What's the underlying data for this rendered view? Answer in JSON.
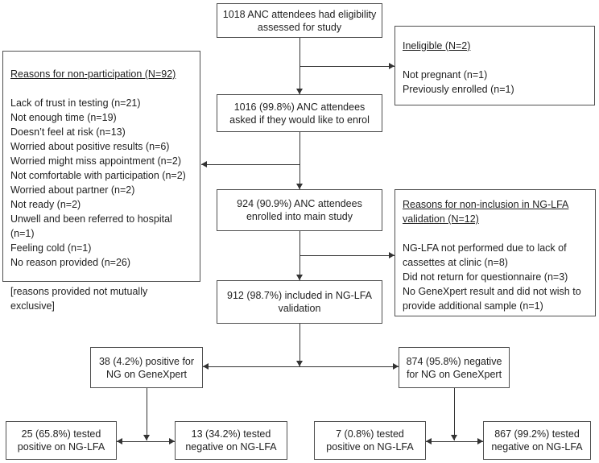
{
  "colors": {
    "border": "#4f4f4f",
    "line": "#333333",
    "text": "#1f1f1f",
    "background": "#ffffff"
  },
  "nodes": {
    "eligibility": {
      "text": "1018 ANC attendees had eligibility assessed for study"
    },
    "asked": {
      "text": "1016 (99.8%) ANC attendees asked if they would like to enrol"
    },
    "enrolled": {
      "text": "924 (90.9%) ANC attendees enrolled into main study"
    },
    "validation": {
      "text": "912 (98.7%) included in NG-LFA validation"
    },
    "genexpert_positive": {
      "text": "38 (4.2%) positive for NG on GeneXpert"
    },
    "genexpert_negative": {
      "text": "874 (95.8%) negative for NG on GeneXpert"
    },
    "lfa_positive_of_positive": {
      "text": "25 (65.8%) tested positive on NG-LFA"
    },
    "lfa_negative_of_positive": {
      "text": "13 (34.2%) tested negative on NG-LFA"
    },
    "lfa_positive_of_negative": {
      "text": "7 (0.8%) tested positive on NG-LFA"
    },
    "lfa_negative_of_negative": {
      "text": "867 (99.2%) tested negative on NG-LFA"
    }
  },
  "side_boxes": {
    "ineligible": {
      "title": "Ineligible (N=2)",
      "items": [
        "Not pregnant (n=1)",
        "Previously enrolled (n=1)"
      ]
    },
    "non_participation": {
      "title": "Reasons for non-participation (N=92)",
      "items": [
        "Lack of trust in testing (n=21)",
        "Not enough time (n=19)",
        "Doesn’t feel at risk (n=13)",
        "Worried about positive results (n=6)",
        "Worried might miss appointment (n=2)",
        "Not comfortable with participation (n=2)",
        "Worried about partner (n=2)",
        "Not ready (n=2)",
        "Unwell and been referred to hospital (n=1)",
        "Feeling cold (n=1)",
        "No reason provided (n=26)"
      ],
      "note": "[reasons provided not mutually exclusive]"
    },
    "non_inclusion": {
      "title": "Reasons for non-inclusion in NG-LFA validation (N=12)",
      "items": [
        "NG-LFA not performed due to lack of cassettes at clinic (n=8)",
        "Did not return for questionnaire (n=3)",
        "No GeneXpert result and did not wish to provide additional sample (n=1)"
      ]
    }
  }
}
